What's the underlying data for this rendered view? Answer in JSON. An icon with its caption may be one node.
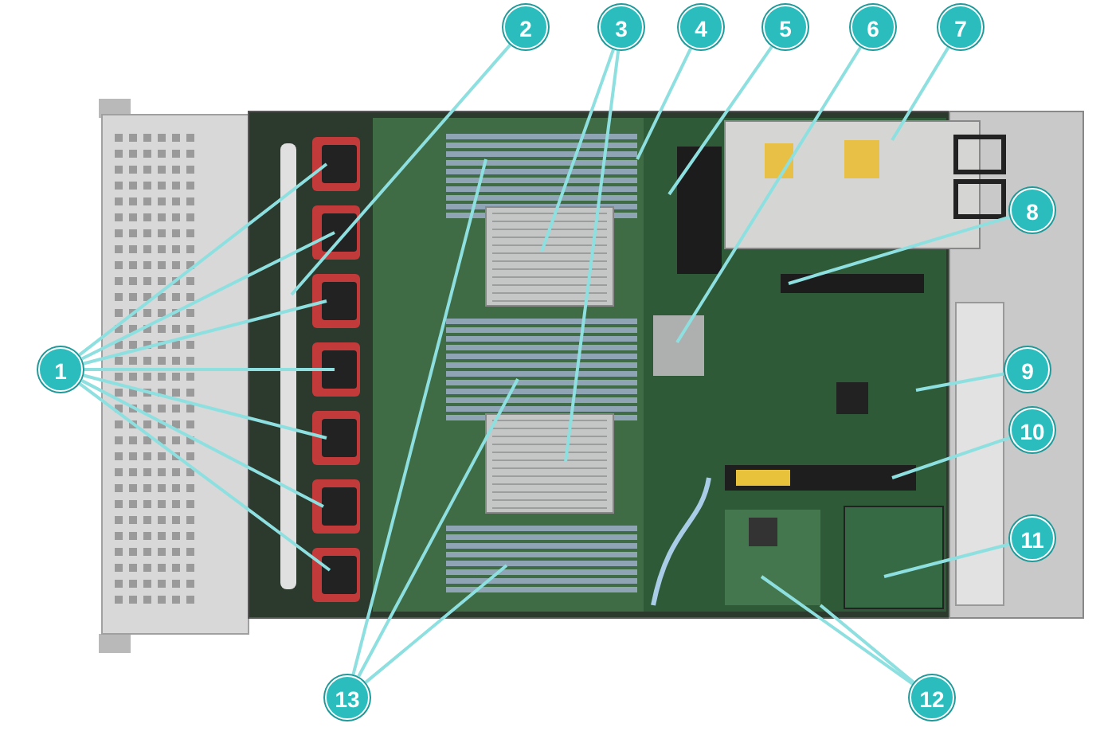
{
  "diagram": {
    "nodes": [
      {
        "text": [
          "1"
        ]
      },
      {
        "text": [
          "2"
        ]
      },
      {
        "text": [
          "3"
        ]
      },
      {
        "text": [
          "4"
        ]
      },
      {
        "text": [
          "5"
        ]
      },
      {
        "text": [
          "6"
        ]
      },
      {
        "text": [
          "7"
        ]
      },
      {
        "text": [
          "8"
        ]
      },
      {
        "text": [
          "9"
        ]
      },
      {
        "text": [
          "10"
        ]
      },
      {
        "text": [
          "11"
        ]
      },
      {
        "text": [
          "12"
        ]
      },
      {
        "text": [
          "13"
        ]
      }
    ],
    "edges": [
      {
        "from": 0,
        "to": null,
        "arrow": "none"
      },
      {
        "from": 0,
        "to": null,
        "arrow": "none"
      },
      {
        "from": 0,
        "to": null,
        "arrow": "none"
      },
      {
        "from": 0,
        "to": null,
        "arrow": "none"
      },
      {
        "from": 0,
        "to": null,
        "arrow": "none"
      },
      {
        "from": 0,
        "to": null,
        "arrow": "none"
      },
      {
        "from": 0,
        "to": null,
        "arrow": "none"
      },
      {
        "from": 1,
        "to": null,
        "arrow": "none"
      },
      {
        "from": 2,
        "to": null,
        "arrow": "none"
      },
      {
        "from": 2,
        "to": null,
        "arrow": "none"
      },
      {
        "from": 3,
        "to": null,
        "arrow": "none"
      },
      {
        "from": 4,
        "to": null,
        "arrow": "none"
      },
      {
        "from": 5,
        "to": null,
        "arrow": "none"
      },
      {
        "from": 6,
        "to": null,
        "arrow": "none"
      },
      {
        "from": 7,
        "to": null,
        "arrow": "none"
      },
      {
        "from": 8,
        "to": null,
        "arrow": "none"
      },
      {
        "from": 9,
        "to": null,
        "arrow": "none"
      },
      {
        "from": 10,
        "to": null,
        "arrow": "none"
      },
      {
        "from": 11,
        "to": null,
        "arrow": "none"
      },
      {
        "from": 11,
        "to": null,
        "arrow": "none"
      },
      {
        "from": 12,
        "to": null,
        "arrow": "none"
      },
      {
        "from": 12,
        "to": null,
        "arrow": "none"
      },
      {
        "from": 12,
        "to": null,
        "arrow": "none"
      }
    ]
  }
}
